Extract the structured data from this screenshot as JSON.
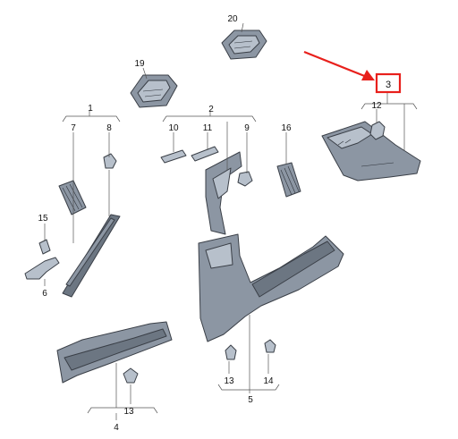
{
  "diagram": {
    "labels": [
      {
        "id": "1",
        "text": "1"
      },
      {
        "id": "2",
        "text": "2"
      },
      {
        "id": "3",
        "text": "3"
      },
      {
        "id": "4",
        "text": "4"
      },
      {
        "id": "5",
        "text": "5"
      },
      {
        "id": "6",
        "text": "6"
      },
      {
        "id": "7",
        "text": "7"
      },
      {
        "id": "8",
        "text": "8"
      },
      {
        "id": "9",
        "text": "9"
      },
      {
        "id": "10",
        "text": "10"
      },
      {
        "id": "11",
        "text": "11"
      },
      {
        "id": "12",
        "text": "12"
      },
      {
        "id": "13a",
        "text": "13"
      },
      {
        "id": "13b",
        "text": "13"
      },
      {
        "id": "14",
        "text": "14"
      },
      {
        "id": "15",
        "text": "15"
      },
      {
        "id": "16",
        "text": "16"
      },
      {
        "id": "19",
        "text": "19"
      },
      {
        "id": "20",
        "text": "20"
      }
    ],
    "highlight": {
      "label": "3",
      "color": "#e8201c"
    },
    "colors": {
      "part": "#8c96a3",
      "outline": "#3a3f47",
      "leader": "#555555",
      "annotation": "#e8201c"
    }
  }
}
